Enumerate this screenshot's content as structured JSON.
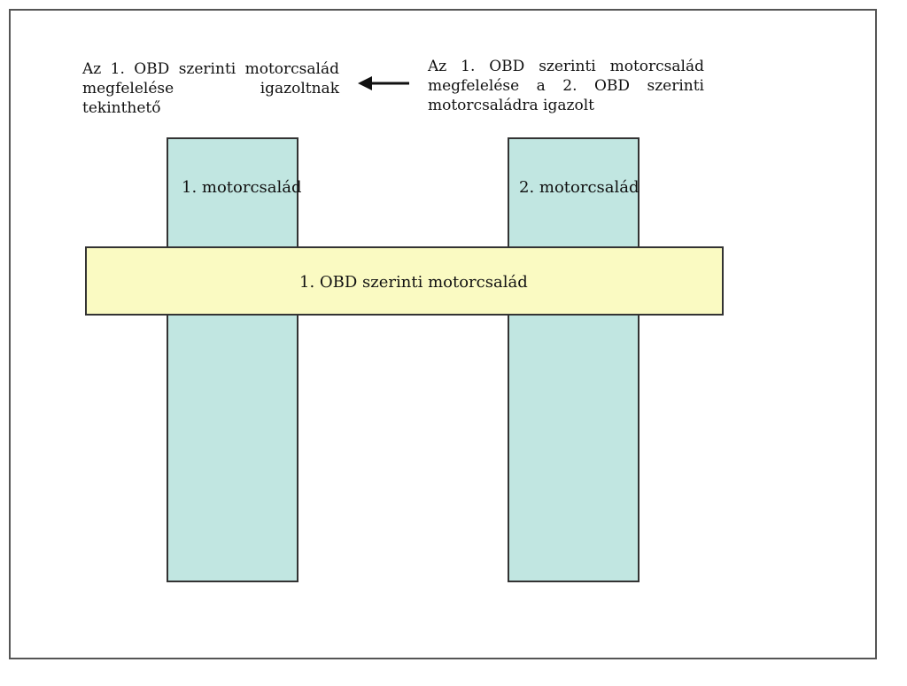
{
  "left_note": {
    "line1": "Az 1. OBD szerinti motorcsalád",
    "line2": "megfelelése igazoltnak tekinthető"
  },
  "right_note": {
    "line1": "Az 1. OBD szerinti motorcsalád",
    "line2": "megfelelése a 2. OBD szerinti",
    "line3": "motorcsaládra igazolt"
  },
  "arrow": {
    "icon": "left-arrow-icon",
    "direction": "left"
  },
  "columns": [
    {
      "label": "1. motorcsalád",
      "color": "#c1e6e1"
    },
    {
      "label": "2. motorcsalád",
      "color": "#c1e6e1"
    }
  ],
  "bar": {
    "label": "1. OBD szerinti motorcsalád",
    "color": "#fafac2"
  }
}
